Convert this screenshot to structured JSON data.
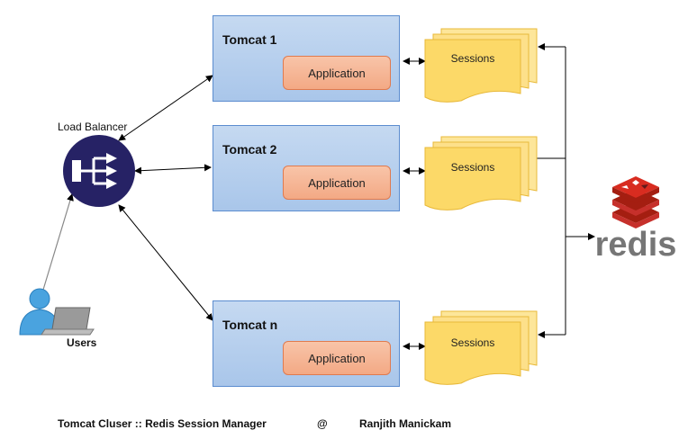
{
  "load_balancer": {
    "label": "Load Balancer"
  },
  "users": {
    "label": "Users"
  },
  "tomcats": [
    {
      "title": "Tomcat 1",
      "app_label": "Application"
    },
    {
      "title": "Tomcat 2",
      "app_label": "Application"
    },
    {
      "title": "Tomcat n",
      "app_label": "Application"
    }
  ],
  "sessions": [
    {
      "label": "Sessions"
    },
    {
      "label": "Sessions"
    },
    {
      "label": "Sessions"
    }
  ],
  "redis": {
    "label": "redis"
  },
  "footer": {
    "title": "Tomcat Cluser :: Redis Session Manager",
    "at": "@",
    "author": "Ranjith Manickam"
  },
  "colors": {
    "tomcat_fill": "#a9c6ea",
    "application_fill": "#f3a985",
    "sessions_fill": "#fcd968",
    "load_balancer": "#262265",
    "redis_red": "#c6302b"
  }
}
